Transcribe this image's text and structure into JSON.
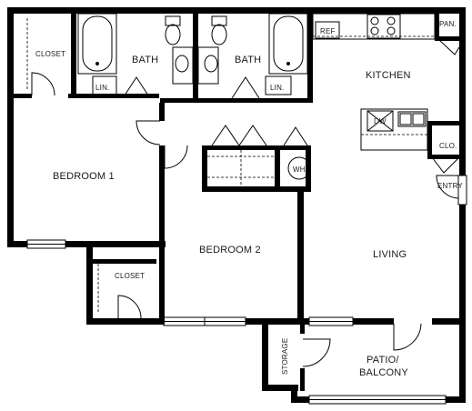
{
  "rooms": {
    "closet_top": "CLOSET",
    "bath_left": "BATH",
    "bath_right": "BATH",
    "kitchen": "KITCHEN",
    "bedroom1": "BEDROOM 1",
    "bedroom2": "BEDROOM 2",
    "living": "LIVING",
    "closet_bottom": "CLOSET",
    "patio_line1": "PATIO/",
    "patio_line2": "BALCONY",
    "storage": "STORAGE"
  },
  "fixtures": {
    "lin_left": "LIN.",
    "lin_right": "LIN.",
    "ref": "REF",
    "pan": "PAN.",
    "dw": "DW",
    "clo": "CLO.",
    "wh": "WH",
    "entry": "ENTRY"
  }
}
